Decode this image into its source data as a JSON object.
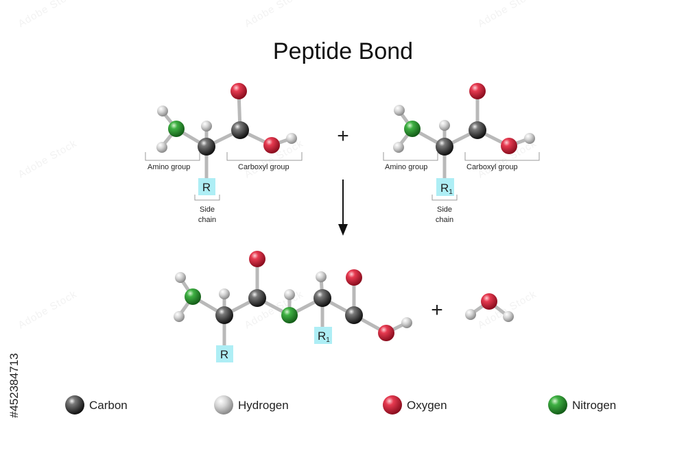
{
  "title": "Peptide Bond",
  "labels": {
    "amino_group": "Amino group",
    "carboxyl_group": "Carboxyl group",
    "side_chain_line1": "Side",
    "side_chain_line2": "chain",
    "r": "R",
    "r1_base": "R",
    "r1_sub": "1",
    "plus": "+"
  },
  "legend": [
    {
      "label": "Carbon",
      "color": "#2b2b2b"
    },
    {
      "label": "Hydrogen",
      "color": "#c8c8c8"
    },
    {
      "label": "Oxygen",
      "color": "#d0243a"
    },
    {
      "label": "Nitrogen",
      "color": "#2f9a35"
    }
  ],
  "watermark": "#452384713",
  "colors": {
    "carbon": "#2b2b2b",
    "hydrogen": "#c8c8c8",
    "oxygen": "#d0243a",
    "nitrogen": "#2f9a35",
    "side_chain_box": "#aeeef5"
  }
}
